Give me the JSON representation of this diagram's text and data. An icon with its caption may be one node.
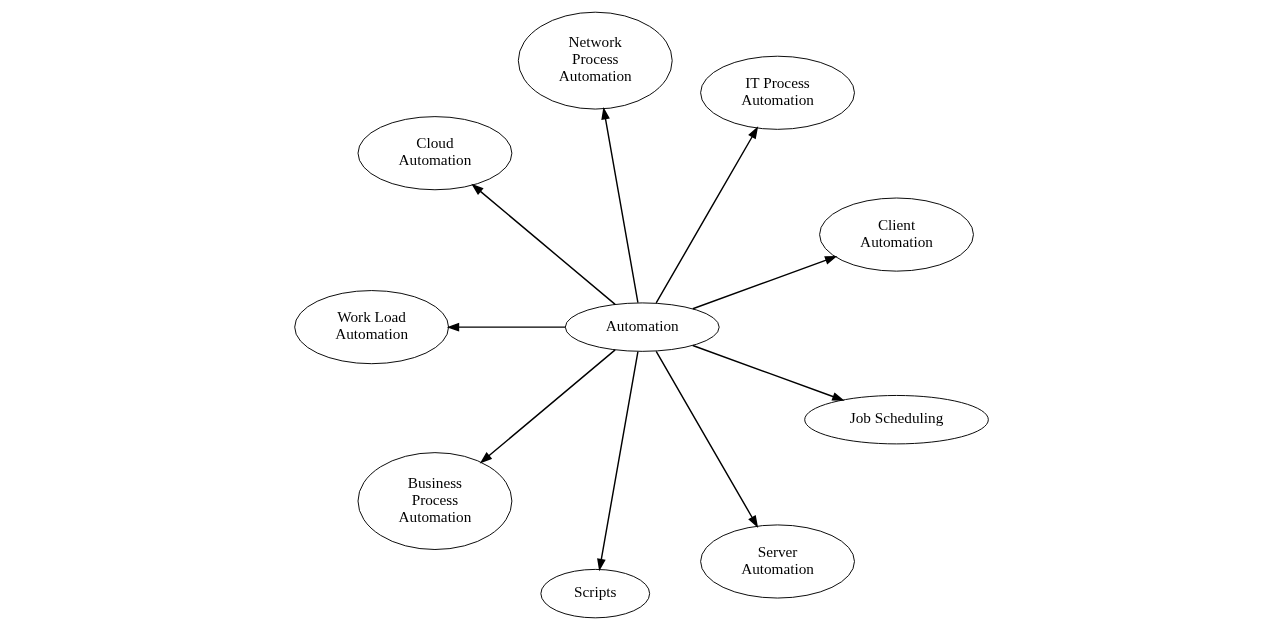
{
  "diagram": {
    "nodes": [
      {
        "text": [
          "Automation"
        ]
      },
      {
        "text": [
          "Client Automation"
        ]
      },
      {
        "text": [
          "IT Process Automation"
        ]
      },
      {
        "text": [
          "Network Process Automation"
        ]
      },
      {
        "text": [
          "Cloud Automation"
        ]
      },
      {
        "text": [
          "Work Load Automation"
        ]
      },
      {
        "text": [
          "Business Process Automation"
        ]
      },
      {
        "text": [
          "Scripts"
        ]
      },
      {
        "text": [
          "Server Automation"
        ]
      },
      {
        "text": [
          "Job Scheduling"
        ]
      }
    ],
    "edges": [
      {
        "from": 0,
        "to": 1,
        "arrow": "to"
      },
      {
        "from": 0,
        "to": 2,
        "arrow": "to"
      },
      {
        "from": 0,
        "to": 3,
        "arrow": "to"
      },
      {
        "from": 0,
        "to": 4,
        "arrow": "to"
      },
      {
        "from": 0,
        "to": 5,
        "arrow": "to"
      },
      {
        "from": 0,
        "to": 6,
        "arrow": "to"
      },
      {
        "from": 0,
        "to": 7,
        "arrow": "to"
      },
      {
        "from": 0,
        "to": 8,
        "arrow": "to"
      },
      {
        "from": 0,
        "to": 9,
        "arrow": "to"
      }
    ]
  }
}
